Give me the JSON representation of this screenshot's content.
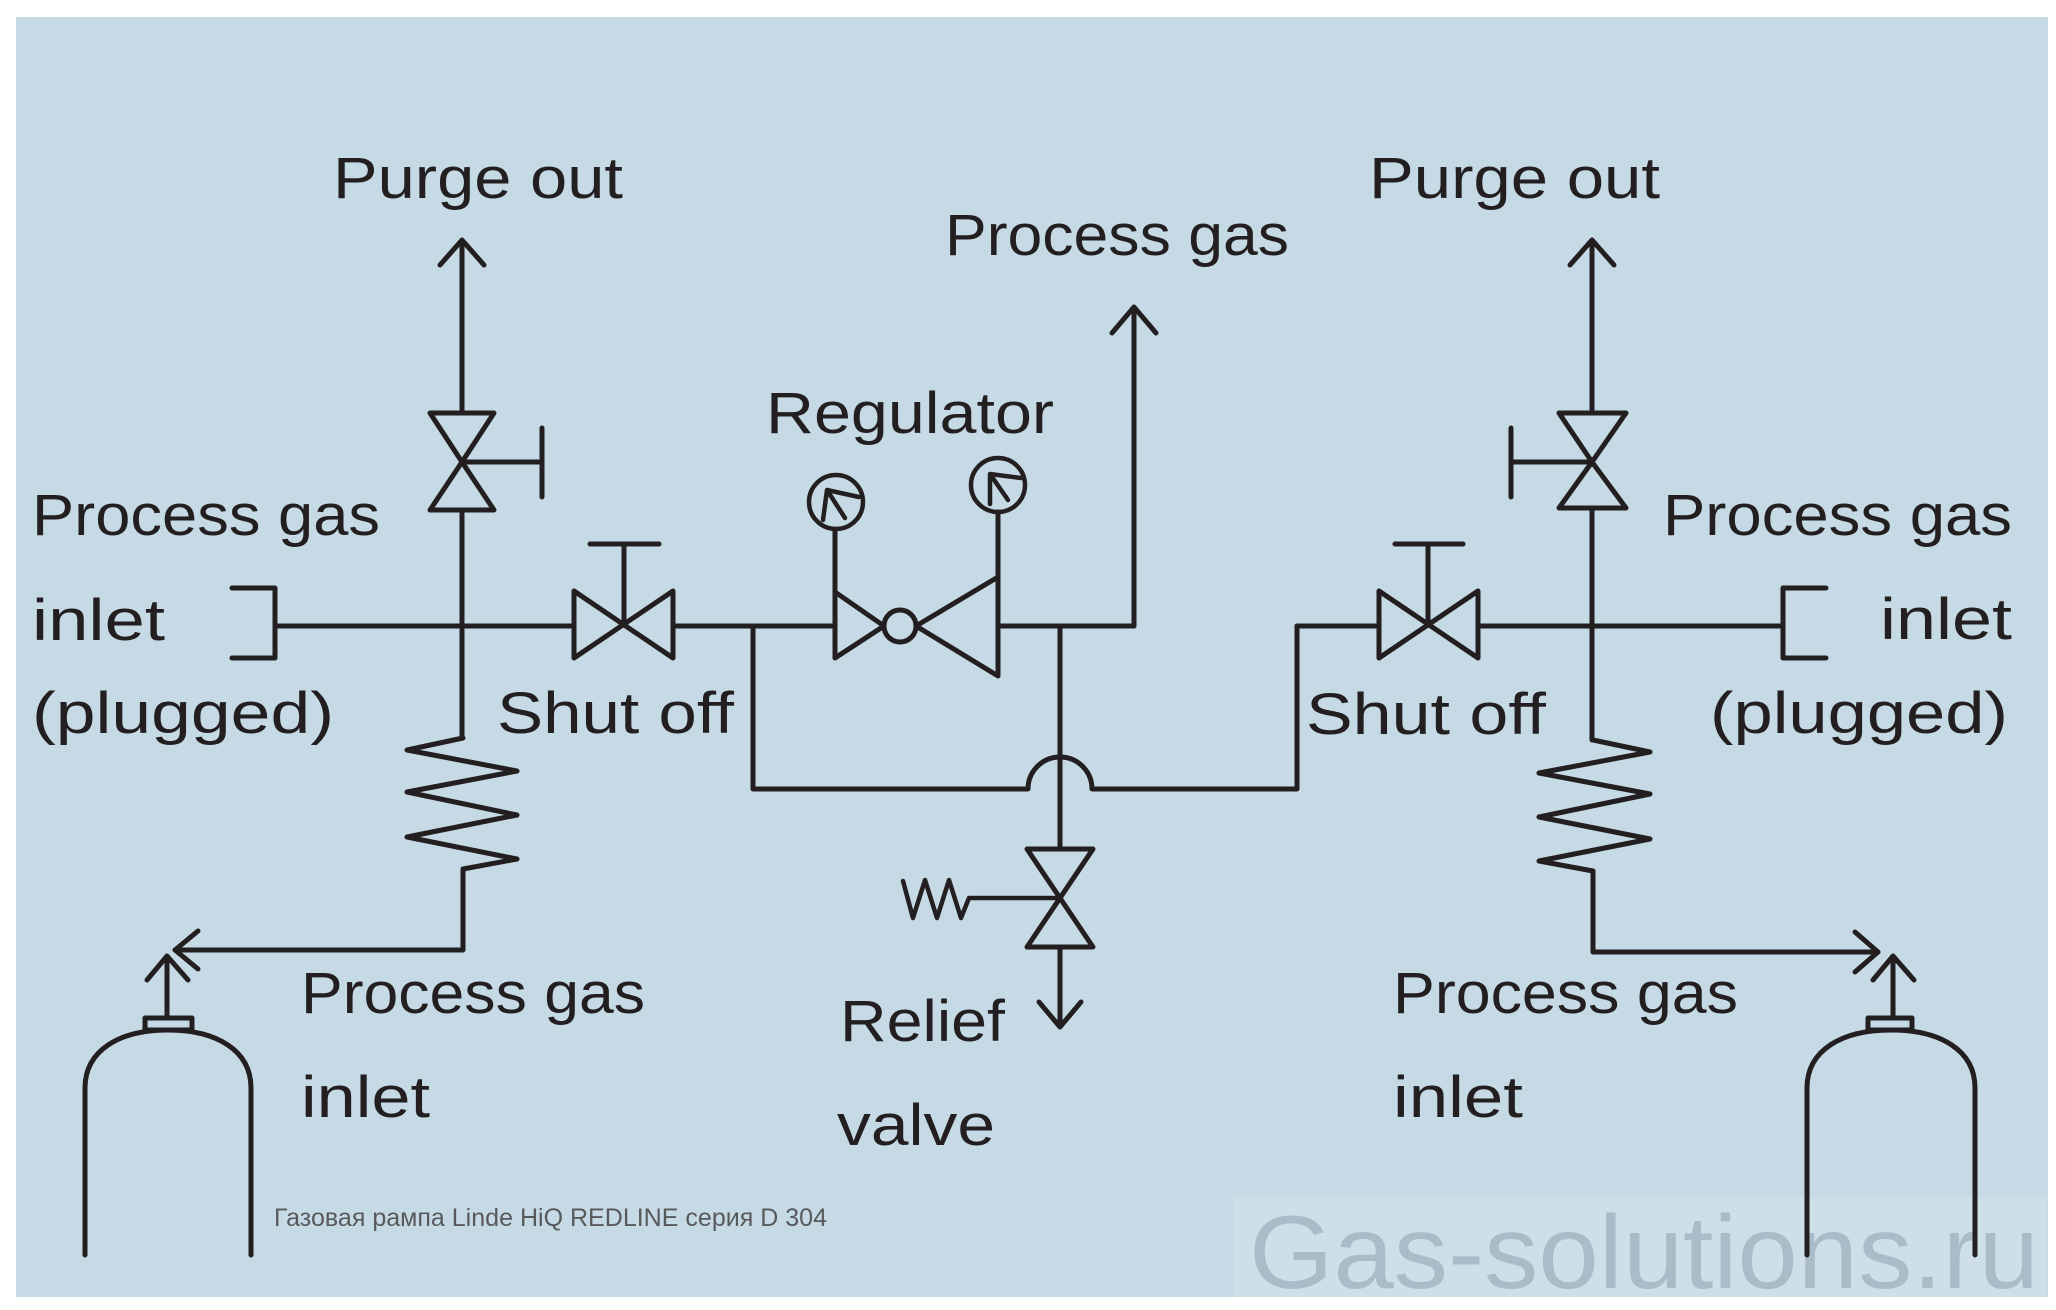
{
  "colors": {
    "background": "#c6dae6",
    "line": "#231f20",
    "caption": "#58595b",
    "watermark_band": "#cfdfe8",
    "watermark_text": "#a9bcc7"
  },
  "labels": {
    "purge_out_left": "Purge out",
    "purge_out_right": "Purge out",
    "process_gas_outlet": "Process gas",
    "regulator": "Regulator",
    "plugged_inlet_left": [
      "Process gas",
      "inlet",
      "(plugged)"
    ],
    "plugged_inlet_right": [
      "Process gas",
      "inlet",
      "(plugged)"
    ],
    "shut_off_left": "Shut off",
    "shut_off_right": "Shut off",
    "cylinder_inlet_left": [
      "Process gas",
      "inlet"
    ],
    "cylinder_inlet_right": [
      "Process gas",
      "inlet"
    ],
    "relief_valve": [
      "Relief",
      "valve"
    ]
  },
  "caption": "Газовая рампа Linde HiQ REDLINE серия D 304",
  "watermark": "Gas-solutions.ru",
  "components": {
    "purge_valves": [
      "needle-valve-icon",
      "needle-valve-icon"
    ],
    "shut_off_valves": [
      "globe-valve-icon",
      "globe-valve-icon"
    ],
    "regulator": "pressure-regulator-icon",
    "gauges": [
      "pressure-gauge-icon",
      "pressure-gauge-icon"
    ],
    "relief_valve": "spring-relief-valve-icon",
    "pigtails": [
      "flexible-hose-icon",
      "flexible-hose-icon"
    ],
    "cylinders": [
      "gas-cylinder-icon",
      "gas-cylinder-icon"
    ],
    "plugs": [
      "plugged-port-icon",
      "plugged-port-icon"
    ]
  }
}
